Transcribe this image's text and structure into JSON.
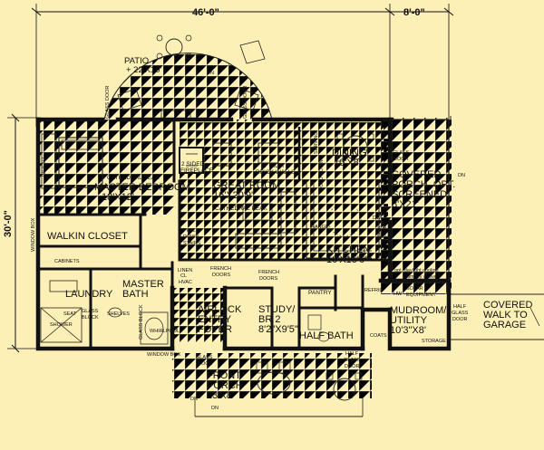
{
  "dimensions": {
    "width_main": "46'-0\"",
    "width_porch": "8'-0\"",
    "depth": "30'-0\""
  },
  "rooms": {
    "patio": {
      "name": "PATIO",
      "size": "+ 22'X10'"
    },
    "master_bedroom": {
      "name": "MASTER BEDROOM",
      "size": "18'X12'"
    },
    "great_room": {
      "name": "GREAT ROOM",
      "size": "16'X20'9\""
    },
    "dining": {
      "name": "DINING",
      "size": "10'X8'"
    },
    "covered_porch": {
      "line1": "COVERED",
      "line2": "PORCH, OPT.",
      "line3": "SCREENED",
      "size": "8'X21'"
    },
    "walkin_closet": {
      "name": "WALKIN CLOSET"
    },
    "kitchen": {
      "name": "KITCHEN",
      "size": "10'X15'6\""
    },
    "laundry": {
      "name": "LAUNDRY"
    },
    "master_bath": {
      "line1": "MASTER",
      "line2": "BATH"
    },
    "airlock": {
      "line1": "AIRLOCK",
      "line2": "ENTRY",
      "line3": "FOYER"
    },
    "study": {
      "line1": "STUDY/",
      "line2": "BR 2",
      "size": "8'2\"X9'5\""
    },
    "pantry": {
      "name": "PANTRY"
    },
    "half_bath": {
      "name": "HALF BATH"
    },
    "mudroom": {
      "line1": "MUDROOM/",
      "line2": "UTILITY",
      "size": "10'3\"X8'"
    },
    "covered_walk": {
      "line1": "COVERED",
      "line2": "WALK TO",
      "line3": "GARAGE"
    },
    "front_porch": {
      "line1": "FRONT",
      "line2": "PORCH",
      "size": "23'X8'"
    }
  },
  "notes": {
    "cathedral_peak_1": "CATHEDRAL PEAK",
    "cathedral_peak_2": "CATHEDRAL PEAK",
    "fireplace_1": "2 SIDED",
    "fireplace_2": "FIREPLACE",
    "brick_1": "4' HIGH",
    "brick_2": "BRICK WALLS",
    "daylight_1": "opt. daylight cooling",
    "daylight_2": "chimney above",
    "solar_1": "SOLAR",
    "solar_2": "EQUIPMENT",
    "french_doors_1": "FRENCH",
    "french_doors_1b": "DOORS",
    "french_doors_2": "FRENCH",
    "french_doors_2b": "DOORS",
    "pull_down_1": "PULL",
    "pull_down_2": "DOWN",
    "pull_down_3": "STAIRS",
    "fold_down": "FOLD DOWN",
    "serving": "SERVING",
    "linen_1": "LINEN",
    "linen_2": "CL",
    "hvac": "HVAC",
    "cabinets": "CABINETS",
    "seat": "SEAT",
    "glass_block_1": "GLASS",
    "glass_block_2": "BLOCK",
    "glass_block_v": "GLASS BLOCK",
    "shelves": "SHELVES",
    "shower": "SHOWER",
    "whirlpool": "WHIRLPOOL",
    "window_box": "WINDOW BOX",
    "glass_door_front_1": "GLASS",
    "glass_door_front_2": "DOOR",
    "glass_door_dining_1": "GLASS",
    "glass_door_dining_2": "DOOR",
    "half_glass_door_1": "HALF",
    "half_glass_door_2": "GLASS",
    "half_glass_door_3": "DOOR",
    "half_glass_walk_1": "HALF",
    "half_glass_walk_2": "GLASS",
    "half_glass_walk_3": "DOOR",
    "glass_door_patio_l": "GLASS DOOR",
    "glass_door_patio_r": "GLASS DOOR",
    "window_box_v": "WINDOW BOX",
    "window_box_v2": "WINDOW BOX",
    "coats": "COATS",
    "storage": "STORAGE",
    "refrig": "REFRIG",
    "hw": "HW",
    "dw": "DW",
    "sink": "SINK",
    "range": "RANGE",
    "dn_patio": "DN",
    "dn_front": "DN",
    "dn_front_2": "DN",
    "weight": "WEIGHT",
    "dn_side": "DN"
  }
}
